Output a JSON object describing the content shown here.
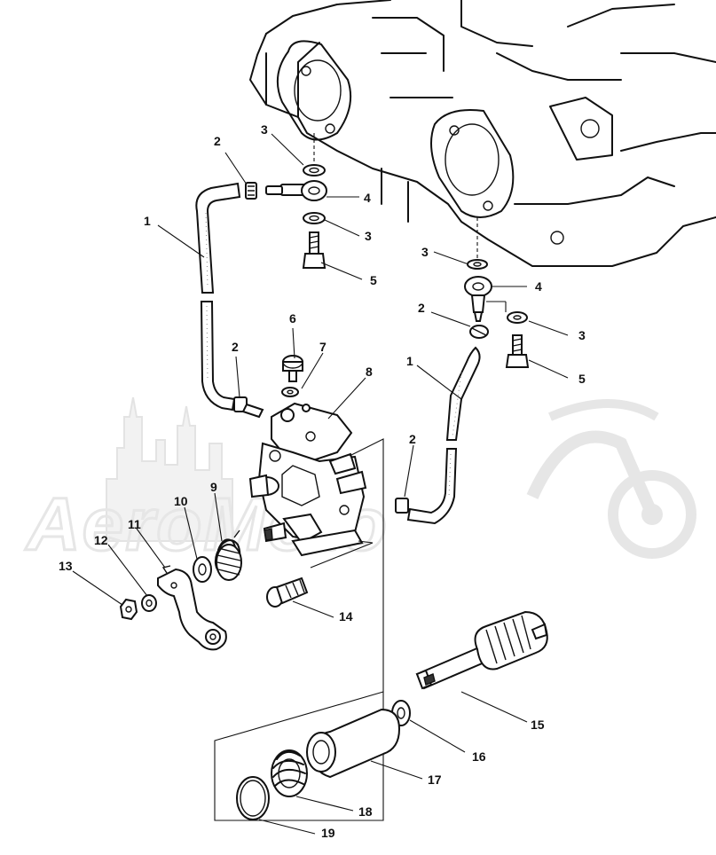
{
  "watermark": {
    "text": "AeroMoto"
  },
  "callouts": [
    {
      "id": "c1a",
      "label": "1"
    },
    {
      "id": "c1b",
      "label": "1"
    },
    {
      "id": "c2a",
      "label": "2"
    },
    {
      "id": "c2b",
      "label": "2"
    },
    {
      "id": "c2c",
      "label": "2"
    },
    {
      "id": "c2d",
      "label": "2"
    },
    {
      "id": "c3a",
      "label": "3"
    },
    {
      "id": "c3b",
      "label": "3"
    },
    {
      "id": "c3c",
      "label": "3"
    },
    {
      "id": "c3d",
      "label": "3"
    },
    {
      "id": "c4a",
      "label": "4"
    },
    {
      "id": "c4b",
      "label": "4"
    },
    {
      "id": "c5a",
      "label": "5"
    },
    {
      "id": "c5b",
      "label": "5"
    },
    {
      "id": "c6",
      "label": "6"
    },
    {
      "id": "c7",
      "label": "7"
    },
    {
      "id": "c8",
      "label": "8"
    },
    {
      "id": "c9",
      "label": "9"
    },
    {
      "id": "c10",
      "label": "10"
    },
    {
      "id": "c11",
      "label": "11"
    },
    {
      "id": "c12",
      "label": "12"
    },
    {
      "id": "c13",
      "label": "13"
    },
    {
      "id": "c14",
      "label": "14"
    },
    {
      "id": "c15",
      "label": "15"
    },
    {
      "id": "c16",
      "label": "16"
    },
    {
      "id": "c17",
      "label": "17"
    },
    {
      "id": "c18",
      "label": "18"
    },
    {
      "id": "c19",
      "label": "19"
    }
  ]
}
